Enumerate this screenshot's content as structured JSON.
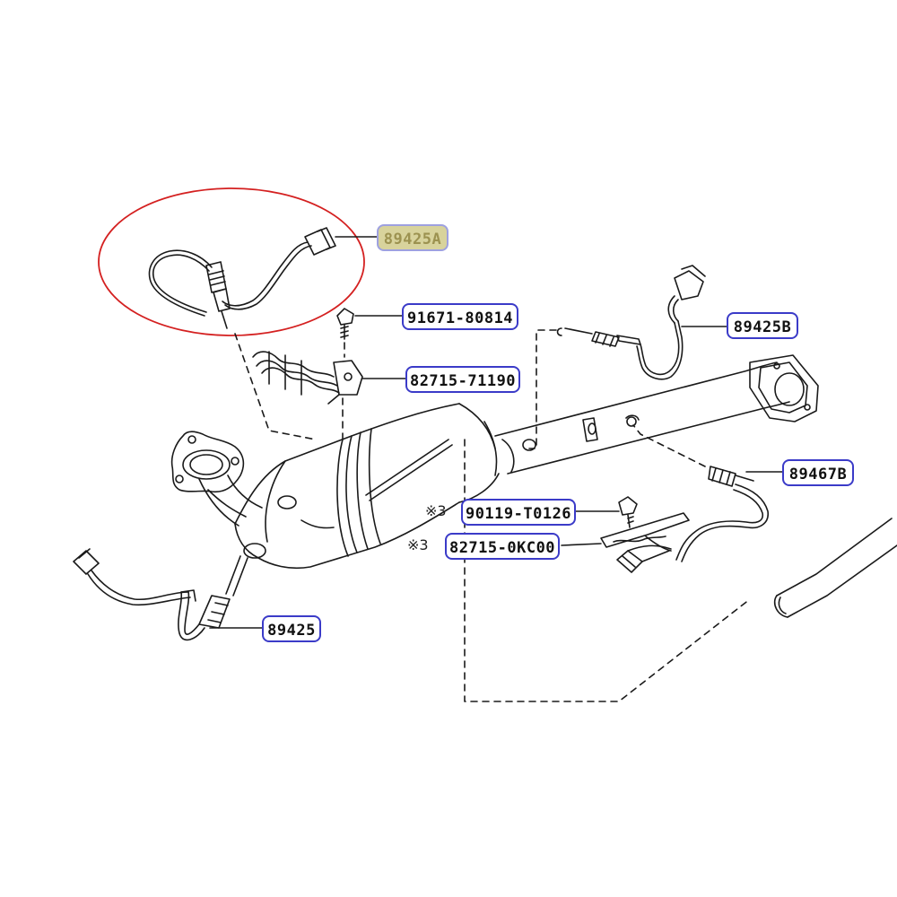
{
  "diagram": {
    "colors": {
      "line": "#1a1a1a",
      "label_border": "#3b3bc8",
      "highlight_circle": "#d42020",
      "highlight_fill": "#d8d39c"
    },
    "labels": {
      "p89425A": "89425A",
      "p91671": "91671-80814",
      "p82715_71190": "82715-71190",
      "p89425B": "89425B",
      "p89467B": "89467B",
      "p90119": "90119-T0126",
      "p82715_0KC00": "82715-0KC00",
      "p89425": "89425"
    },
    "notes": {
      "n1": "※3",
      "n2": "※3"
    }
  }
}
